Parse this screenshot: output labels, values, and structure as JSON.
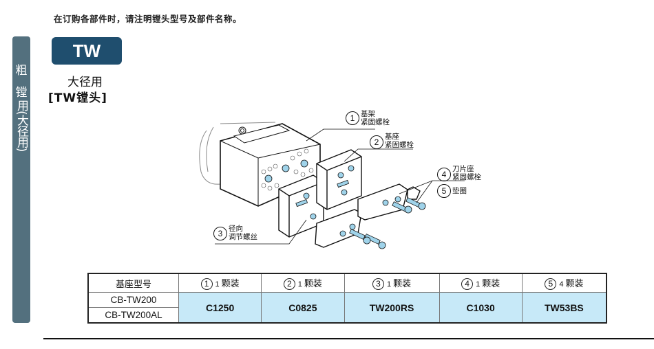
{
  "notice": "在订购各部件时，请注明镗头型号及部件名称。",
  "sidebar": {
    "char1": "粗",
    "char2": "镗",
    "char3": "用(大径用)"
  },
  "badge": "TW",
  "subtitle": "大径用",
  "subtitle2": "[TW镗头]",
  "colors": {
    "sidebar": "#53707e",
    "badge": "#1f4e6e",
    "table_highlight": "#c7e9f8",
    "part_accent": "#9fd3ea"
  },
  "diagram": {
    "callouts": [
      {
        "num": "1",
        "line1": "基架",
        "line2": "紧固螺栓"
      },
      {
        "num": "2",
        "line1": "基座",
        "line2": "紧固螺栓"
      },
      {
        "num": "3",
        "line1": "径向",
        "line2": "调节螺丝"
      },
      {
        "num": "4",
        "line1": "刀片座",
        "line2": "紧固螺栓"
      },
      {
        "num": "5",
        "line1": "垫圈",
        "line2": ""
      }
    ]
  },
  "table": {
    "header": {
      "model": "基座型号",
      "cols": [
        {
          "num": "1",
          "qty": "1",
          "unit": "颗装"
        },
        {
          "num": "2",
          "qty": "1",
          "unit": "颗装"
        },
        {
          "num": "3",
          "qty": "1",
          "unit": "颗装"
        },
        {
          "num": "4",
          "qty": "1",
          "unit": "颗装"
        },
        {
          "num": "5",
          "qty": "4",
          "unit": "颗装"
        }
      ]
    },
    "models": [
      "CB-TW200",
      "CB-TW200AL"
    ],
    "values": [
      "C1250",
      "C0825",
      "TW200RS",
      "C1030",
      "TW53BS"
    ]
  }
}
